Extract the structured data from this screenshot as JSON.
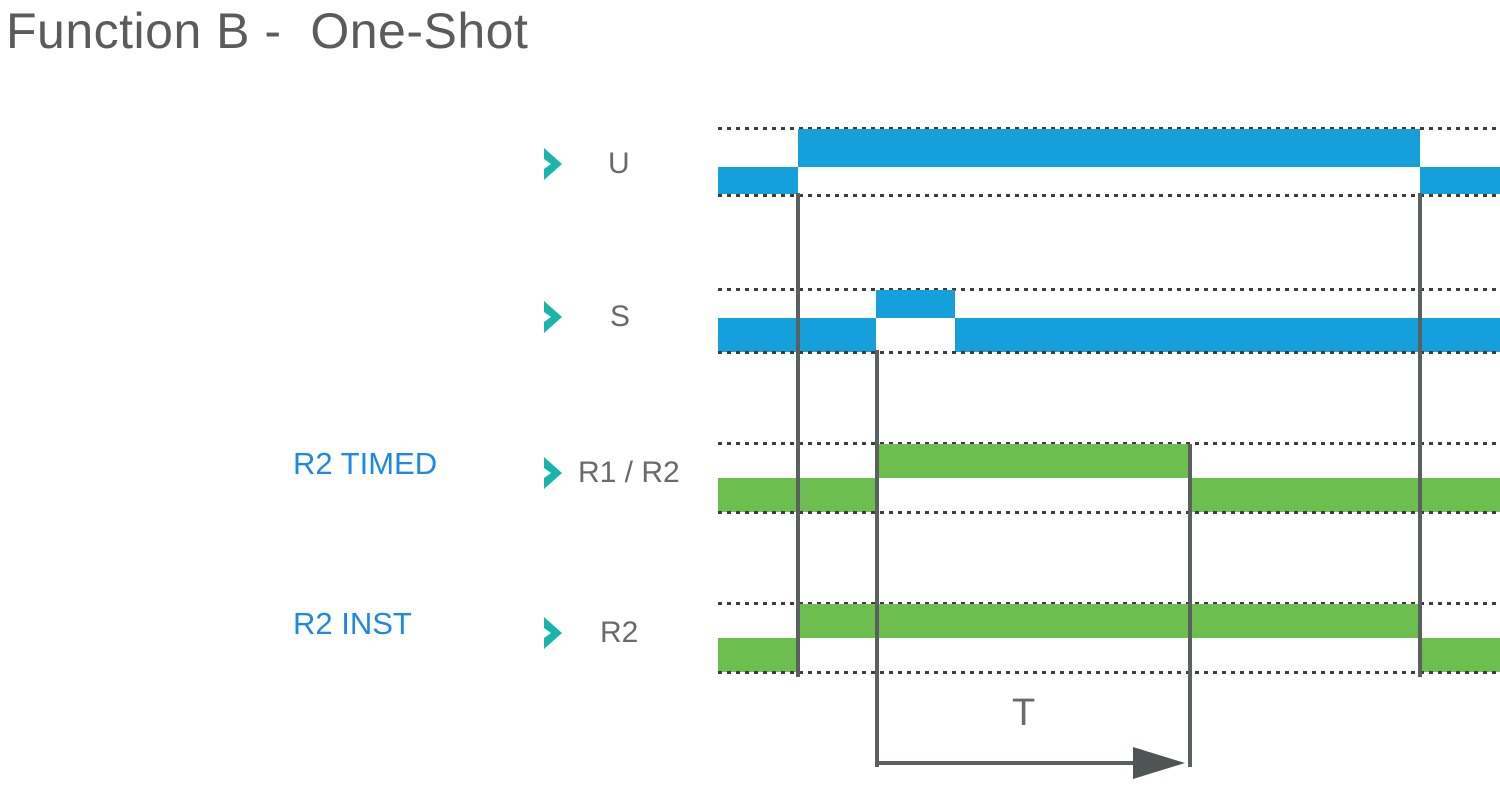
{
  "title": "Function B -  One-Shot",
  "colors": {
    "title_text": "#5b5b5b",
    "blue_label": "#1e88e5",
    "signal_text": "#6a6a6a",
    "chevron": "#19b5ab",
    "wave_blue": "#16a0db",
    "wave_green": "#6cbe4e",
    "cursor": "#5a5f5f",
    "dotted_grid": "#3d3d3d",
    "background": "#ffffff"
  },
  "left_annotations": [
    {
      "id": "r2-timed",
      "label": "R2 TIMED"
    },
    {
      "id": "r2-inst",
      "label": "R2 INST"
    }
  ],
  "signals": [
    {
      "id": "u",
      "name": "U",
      "color": "blue",
      "marker": "chevron-right-icon"
    },
    {
      "id": "s",
      "name": "S",
      "color": "blue",
      "marker": "chevron-right-icon"
    },
    {
      "id": "r1r2",
      "name": "R1 / R2",
      "color": "green",
      "marker": "chevron-right-icon"
    },
    {
      "id": "r2",
      "name": "R2",
      "color": "green",
      "marker": "chevron-right-icon"
    }
  ],
  "measurement": {
    "label": "T",
    "arrow": "right-arrow-icon"
  },
  "chart_data": {
    "type": "timing-diagram",
    "title": "Function B -  One-Shot",
    "xlabel": "",
    "ylabel": "",
    "x_range": [
      718,
      1500
    ],
    "legend": "none",
    "grid": "dotted-horizontal",
    "cursors": [
      {
        "name": "u-rising-edge",
        "x": 798,
        "from_signal": "u",
        "to_signal": "r2"
      },
      {
        "name": "s-falling-edge",
        "x": 877,
        "from_signal": "s",
        "to_signal": "t-arrow"
      },
      {
        "name": "t-end",
        "x": 1190,
        "from_signal": "r1r2",
        "to_signal": "t-arrow"
      },
      {
        "name": "u-falling-edge",
        "x": 1420,
        "from_signal": "u",
        "to_signal": "r2"
      }
    ],
    "series": [
      {
        "name": "U",
        "color": "#16a0db",
        "row_top": 129,
        "row_bottom": 196,
        "segments": [
          {
            "level": "low",
            "x0": 718,
            "x1": 798
          },
          {
            "level": "high",
            "x0": 798,
            "x1": 1420
          },
          {
            "level": "low",
            "x0": 1420,
            "x1": 1500
          }
        ]
      },
      {
        "name": "S",
        "color": "#16a0db",
        "row_top": 290,
        "row_bottom": 355,
        "segments": [
          {
            "level": "low",
            "x0": 718,
            "x1": 876
          },
          {
            "level": "high",
            "x0": 876,
            "x1": 955
          },
          {
            "level": "low",
            "x0": 955,
            "x1": 1500
          }
        ]
      },
      {
        "name": "R1 / R2",
        "color": "#6cbe4e",
        "row_top": 444,
        "row_bottom": 515,
        "segments": [
          {
            "level": "low",
            "x0": 718,
            "x1": 877
          },
          {
            "level": "high",
            "x0": 877,
            "x1": 1190
          },
          {
            "level": "low",
            "x0": 1190,
            "x1": 1500
          }
        ]
      },
      {
        "name": "R2",
        "color": "#6cbe4e",
        "row_top": 604,
        "row_bottom": 675,
        "segments": [
          {
            "level": "low",
            "x0": 718,
            "x1": 798
          },
          {
            "level": "high",
            "x0": 798,
            "x1": 1420
          },
          {
            "level": "low",
            "x0": 1420,
            "x1": 1500
          }
        ]
      }
    ],
    "annotations": [
      {
        "text": "R2 TIMED",
        "target": "R1 / R2",
        "color": "#1e88e5"
      },
      {
        "text": "R2 INST",
        "target": "R2",
        "color": "#1e88e5"
      },
      {
        "text": "T",
        "type": "duration-arrow",
        "x0": 877,
        "x1": 1190,
        "y": 762
      }
    ]
  }
}
